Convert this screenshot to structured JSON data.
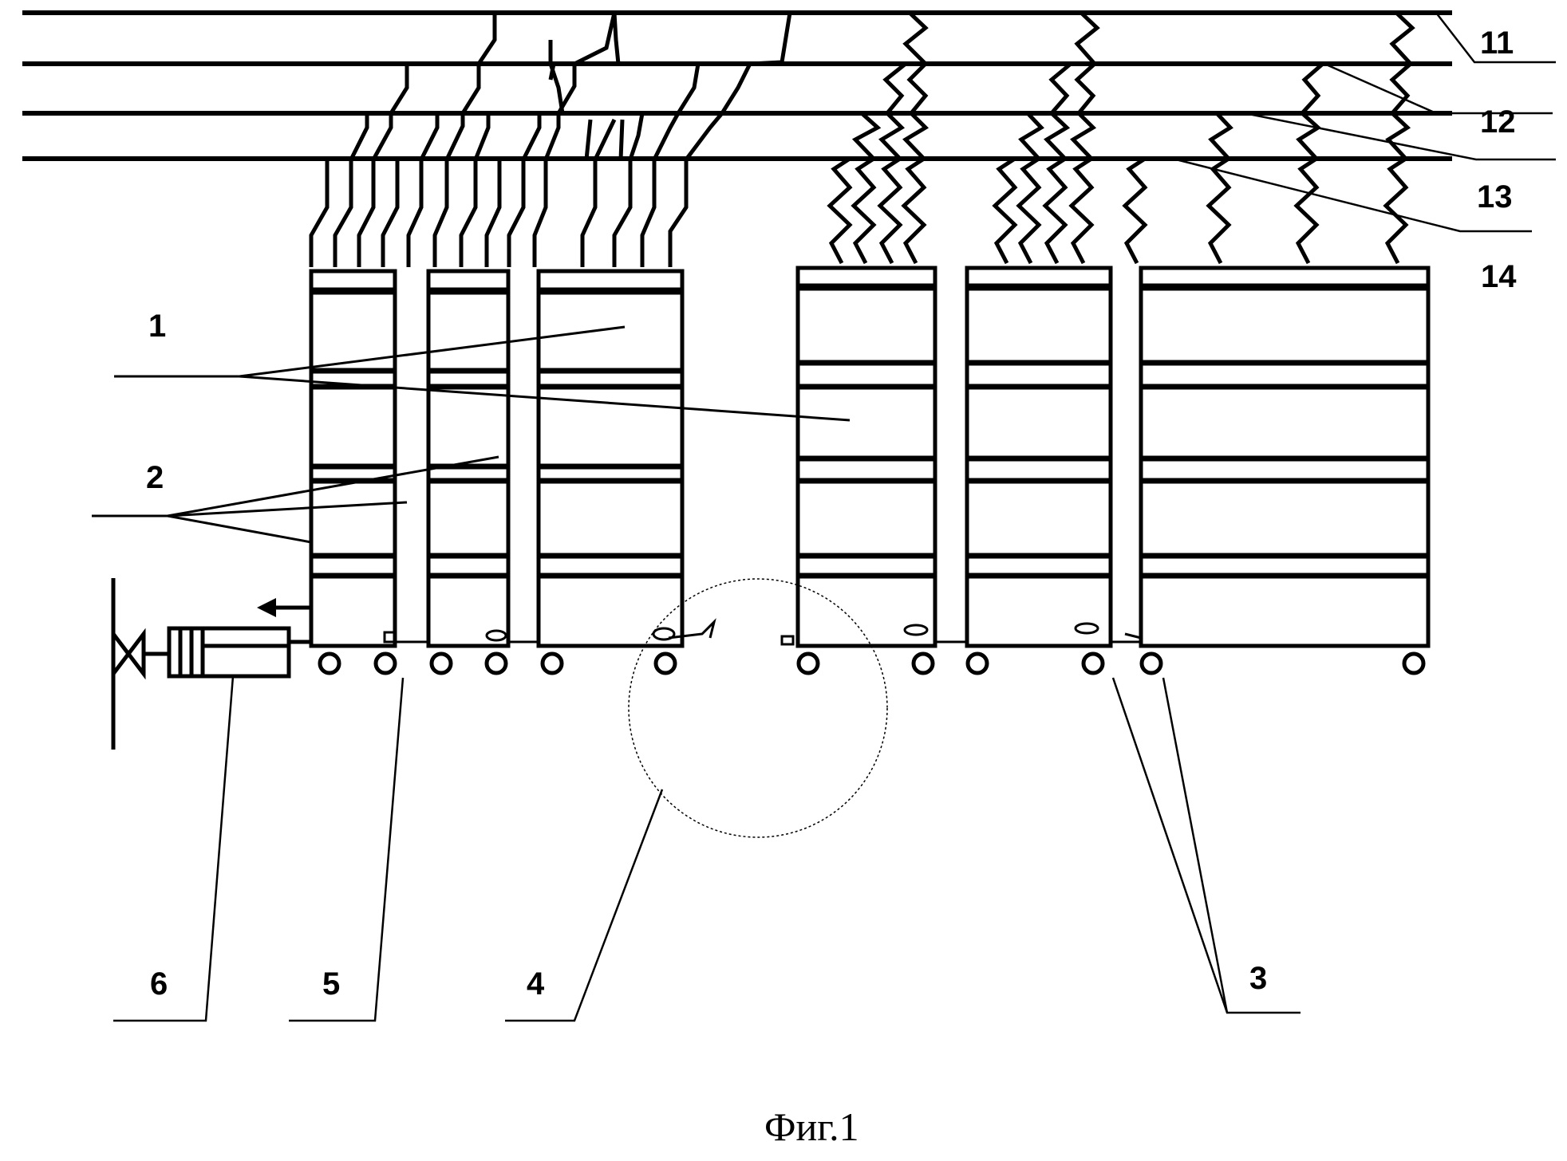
{
  "labels": {
    "l1": "1",
    "l2": "2",
    "l3": "3",
    "l4": "4",
    "l5": "5",
    "l6": "6",
    "l11": "11",
    "l12": "12",
    "l13": "13",
    "l14": "14"
  },
  "caption": "Фиг.1",
  "colors": {
    "ink": "#000000",
    "background": "#ffffff"
  }
}
